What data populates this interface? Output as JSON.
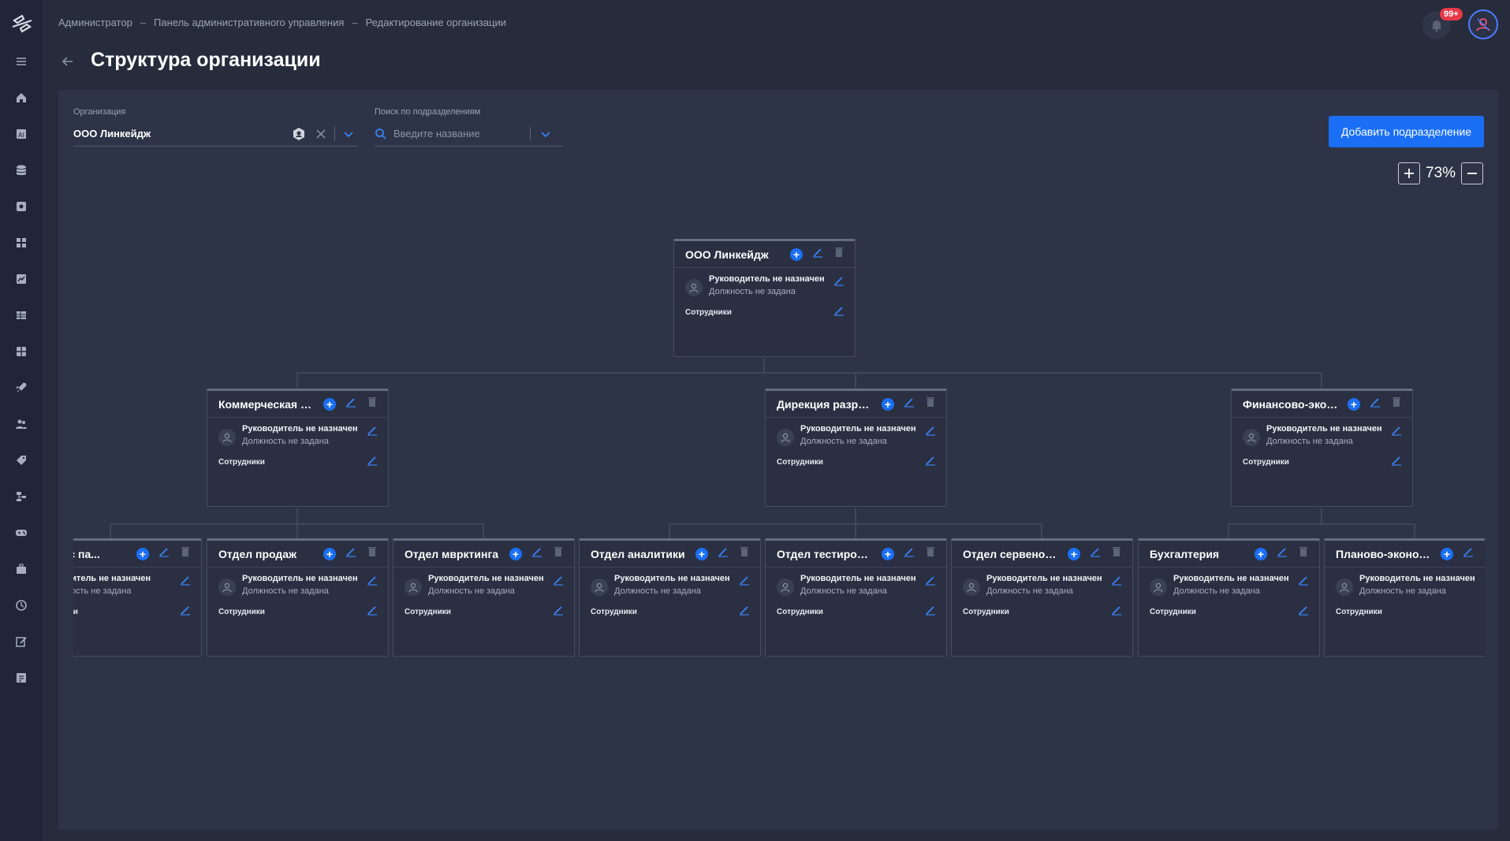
{
  "header": {
    "breadcrumb": [
      "Администратор",
      "Панель административного управления",
      "Редактирование организации"
    ],
    "breadcrumb_separator": "–",
    "title": "Структура организации",
    "notifications_badge": "99+"
  },
  "sidebar": {
    "icons": [
      "menu-icon",
      "home-icon",
      "ai-icon",
      "database-icon",
      "settings-icon",
      "apps-icon",
      "chart-icon",
      "table-icon",
      "modules-icon",
      "rocket-icon",
      "users-icon",
      "tag-icon",
      "hierarchy-icon",
      "gamepad-icon",
      "briefcase-icon",
      "clock-icon",
      "edit-icon",
      "report-icon"
    ]
  },
  "filters": {
    "org_label": "Организация",
    "org_value": "ООО Линкейдж",
    "search_label": "Поиск по подразделениям",
    "search_placeholder": "Введите название"
  },
  "toolbar": {
    "add_button": "Добавить подразделение",
    "zoom_level": "73%"
  },
  "node_common": {
    "manager": "Руководитель не назначен",
    "position": "Должность не задана",
    "staff": "Сотрудники"
  },
  "nodes": {
    "root": {
      "title": "ООО Линкейдж"
    },
    "commercial": {
      "title": "Коммерческая ди..."
    },
    "development": {
      "title": "Дирекция разрабо..."
    },
    "finance": {
      "title": "Финансово-эконо..."
    },
    "partners": {
      "title": "аботы с па...",
      "manager": "водитель не назначен",
      "position": "лжность не задана"
    },
    "sales": {
      "title": "Отдел продаж"
    },
    "marketing": {
      "title": "Отдел мврктинга"
    },
    "analytics": {
      "title": "Отдел аналитики"
    },
    "testing": {
      "title": "Отдел тестирования"
    },
    "server": {
      "title": "Отдел сервеной ра..."
    },
    "accounting": {
      "title": "Бухгалтерия"
    },
    "planning": {
      "title": "Планово-экономи..."
    }
  }
}
